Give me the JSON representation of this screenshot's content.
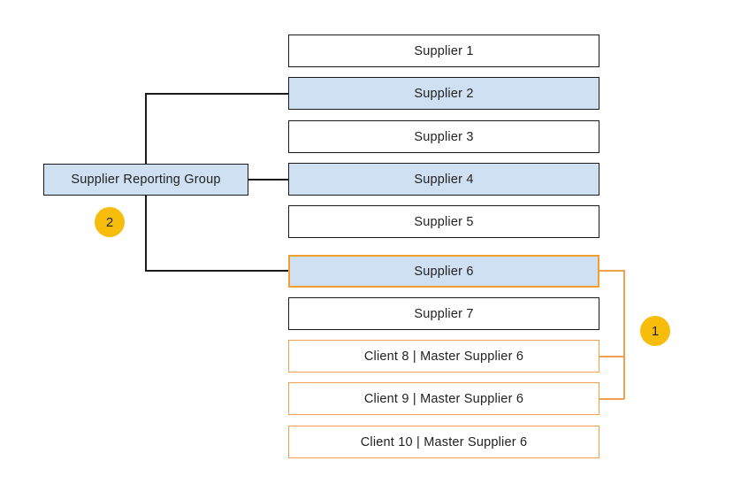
{
  "group": {
    "label": "Supplier Reporting Group",
    "badge": "2"
  },
  "right_badge": "1",
  "suppliers": [
    {
      "label": "Supplier 1"
    },
    {
      "label": "Supplier 2"
    },
    {
      "label": "Supplier 3"
    },
    {
      "label": "Supplier 4"
    },
    {
      "label": "Supplier 5"
    },
    {
      "label": "Supplier 6"
    },
    {
      "label": "Supplier 7"
    },
    {
      "label": "Client 8 | Master Supplier 6"
    },
    {
      "label": "Client 9 | Master Supplier 6"
    },
    {
      "label": "Client 10 | Master Supplier 6"
    }
  ],
  "colors": {
    "selected_fill": "#cfe0f2",
    "accent_orange": "#f0a050",
    "badge_yellow": "#f6bd0c"
  }
}
